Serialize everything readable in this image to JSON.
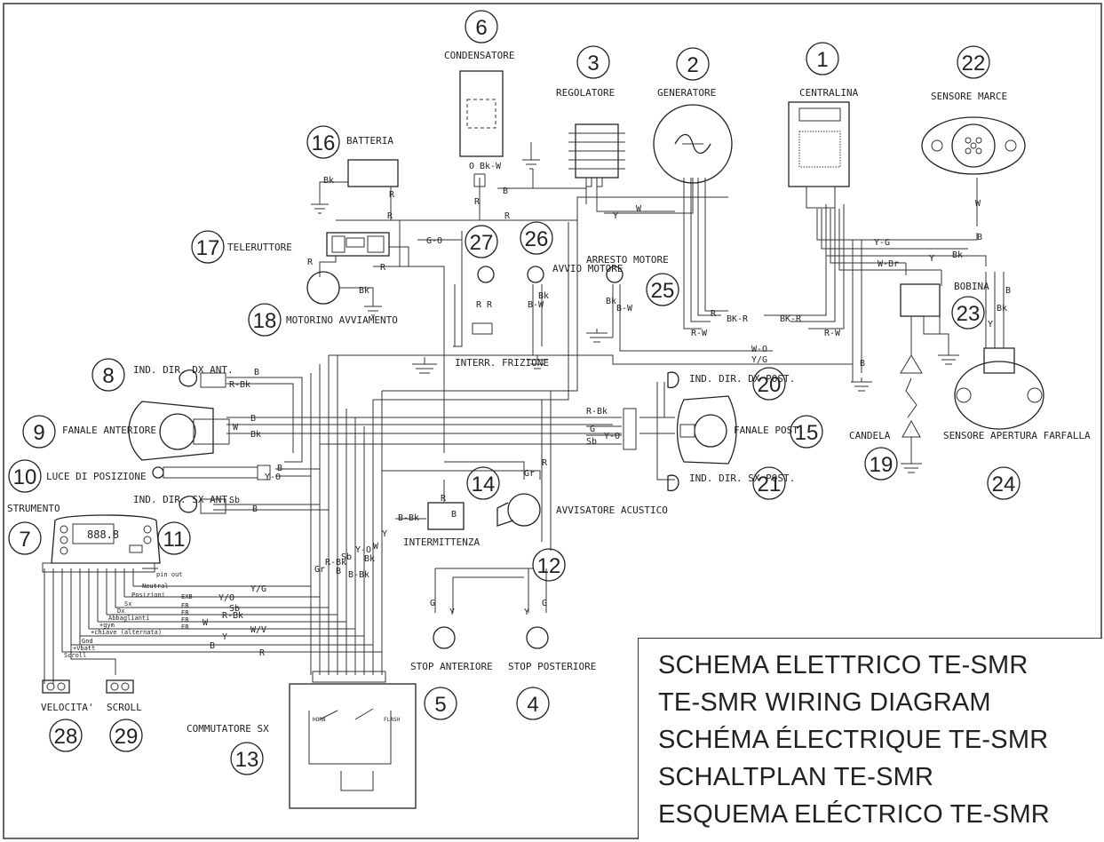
{
  "components": [
    {
      "num": "1",
      "label": "CENTRALINA"
    },
    {
      "num": "2",
      "label": "GENERATORE"
    },
    {
      "num": "3",
      "label": "REGOLATORE"
    },
    {
      "num": "4",
      "label": "STOP POSTERIORE"
    },
    {
      "num": "5",
      "label": "STOP ANTERIORE"
    },
    {
      "num": "6",
      "label": "CONDENSATORE"
    },
    {
      "num": "7",
      "label": "STRUMENTO"
    },
    {
      "num": "8",
      "label": "IND. DIR. DX ANT."
    },
    {
      "num": "9",
      "label": "FANALE ANTERIORE"
    },
    {
      "num": "10",
      "label": "LUCE DI POSIZIONE"
    },
    {
      "num": "11",
      "label": "IND. DIR. SX ANT."
    },
    {
      "num": "12",
      "label": "AVVISATORE ACUSTICO"
    },
    {
      "num": "13",
      "label": "COMMUTATORE SX"
    },
    {
      "num": "14",
      "label": "INTERMITTENZA"
    },
    {
      "num": "15",
      "label": "FANALE POST."
    },
    {
      "num": "16",
      "label": "BATTERIA"
    },
    {
      "num": "17",
      "label": "TELERUTTORE"
    },
    {
      "num": "18",
      "label": "MOTORINO AVVIAMENTO"
    },
    {
      "num": "19",
      "label": "CANDELA"
    },
    {
      "num": "20",
      "label": "IND. DIR. DX POST."
    },
    {
      "num": "21",
      "label": "IND. DIR. SX POST."
    },
    {
      "num": "22",
      "label": "SENSORE MARCE"
    },
    {
      "num": "23",
      "label": "BOBINA"
    },
    {
      "num": "24",
      "label": "SENSORE APERTURA FARFALLA"
    },
    {
      "num": "25",
      "label": "ARRESTO MOTORE"
    },
    {
      "num": "26",
      "label": "AVVIO MOTORE"
    },
    {
      "num": "27",
      "label": "INTERR. FRIZIONE"
    },
    {
      "num": "28",
      "label": "VELOCITA'"
    },
    {
      "num": "29",
      "label": "SCROLL"
    }
  ],
  "wire_codes": {
    "bk": "Bk",
    "r": "R",
    "b": "B",
    "w": "W",
    "y": "Y",
    "g": "G",
    "sb": "Sb",
    "gr": "Gr",
    "go": "G-O",
    "rbk": "R-Bk",
    "bbk": "B-Bk",
    "bkw": "Bk-W",
    "bw": "B-W",
    "rw": "R-W",
    "bkr": "BK-R",
    "yg": "Y-G",
    "yg2": "Y/G",
    "wo": "W-O",
    "wbr": "W-Br",
    "yo": "Y-O",
    "yo2": "Y/O",
    "wv": "W/V",
    "o": "O"
  },
  "dash": {
    "display": "888.8",
    "pins": [
      "pin out",
      "Neutral",
      "Posizioni",
      "Sx",
      "Dx",
      "Abbaglianti",
      "+gym",
      "+chiave (alternata)",
      "Gnd",
      "+Vbatt",
      "Scroll"
    ],
    "ids": [
      "EXB",
      "EB",
      "EB",
      "EB",
      "EB"
    ]
  },
  "switch_labels": {
    "horn": "HORN",
    "flash": "FLASH"
  },
  "title_lines": [
    "SCHEMA ELETTRICO TE-SMR",
    "TE-SMR WIRING DIAGRAM",
    "SCHÉMA ÉLECTRIQUE TE-SMR",
    "SCHALTPLAN TE-SMR",
    "ESQUEMA ELÉCTRICO TE-SMR"
  ]
}
